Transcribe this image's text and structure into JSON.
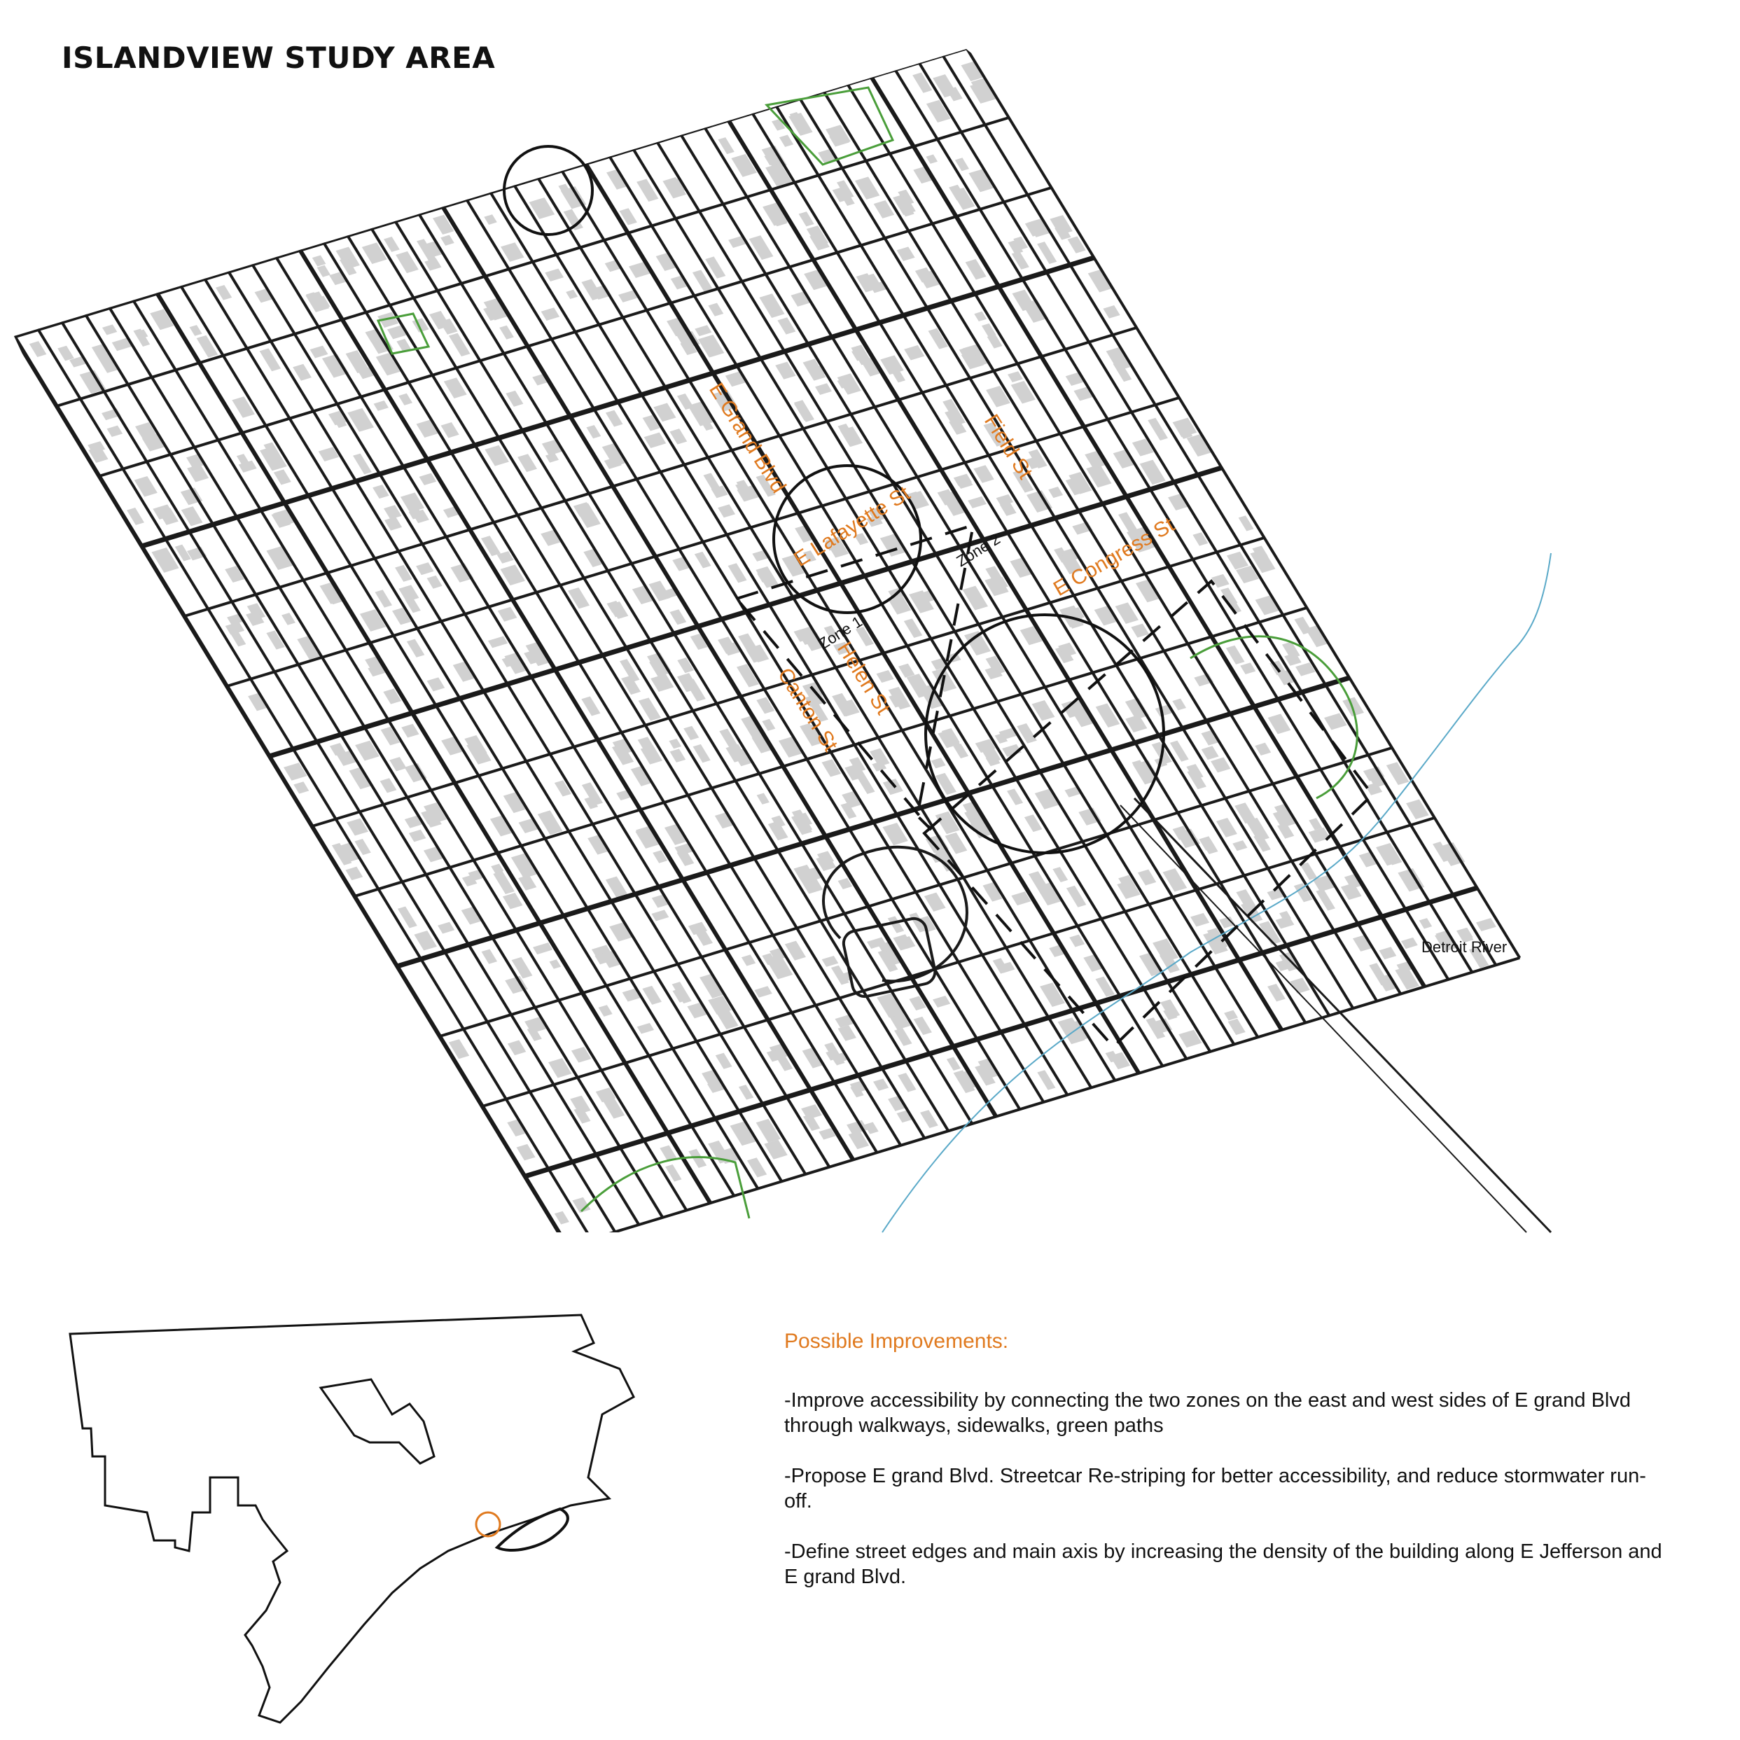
{
  "title": "ISLANDVIEW STUDY AREA",
  "map": {
    "street_labels": {
      "e_grand_blvd": "E Grand Blvd",
      "e_lafayette_st": "E Lafayette St",
      "e_congress_st": "E Congress St",
      "helen_st": "Helen St",
      "canton_st": "Canton St",
      "field_st": "Field St"
    },
    "zone_labels": {
      "zone1": "Zone 1",
      "zone2": "Zone 2"
    },
    "water_label": "Detroit River",
    "colors": {
      "streets": "#111111",
      "buildings": "#c9c9c9",
      "parks": "#4a9e3a",
      "shoreline": "#5aa9c8",
      "labels": "#e07a1f"
    }
  },
  "locator": {
    "marker_color": "#e07a1f"
  },
  "improvements": {
    "heading": "Possible Improvements:",
    "items": [
      "-Improve accessibility by connecting the two zones on the east and west sides of  E grand Blvd through walkways, sidewalks, green paths",
      "-Propose E grand Blvd. Streetcar Re-striping for better accessibility, and reduce stormwater run-off.",
      "-Define street edges and main axis by increasing the density of the building along E Jefferson and E grand Blvd."
    ]
  }
}
